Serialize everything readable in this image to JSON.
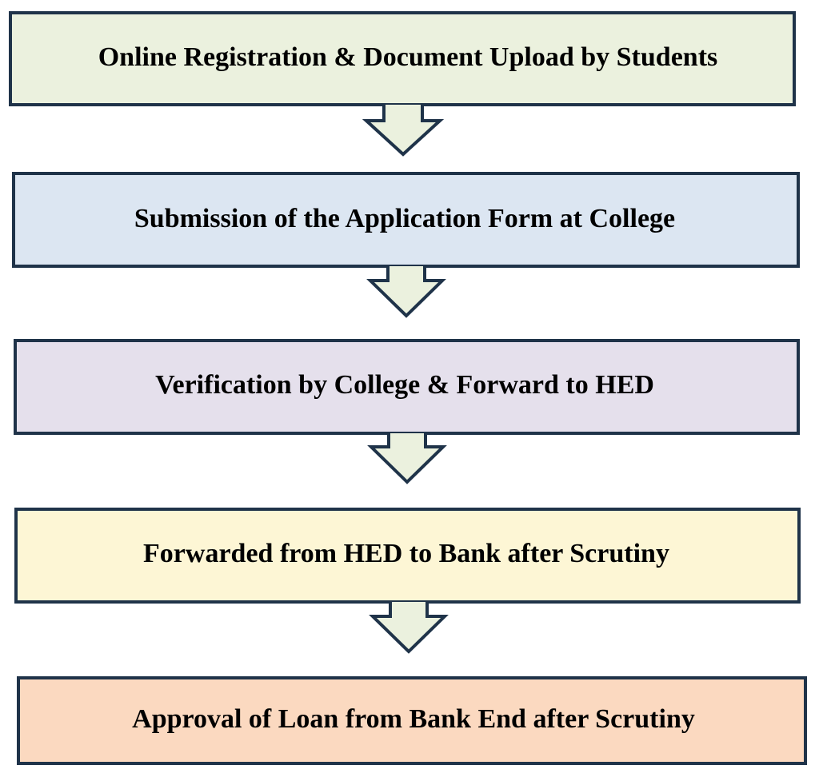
{
  "steps": [
    {
      "label": "Online Registration & Document Upload by Students",
      "fill": "#ebf1de"
    },
    {
      "label": "Submission of the Application Form at College",
      "fill": "#dce6f2"
    },
    {
      "label": "Verification by College & Forward to HED",
      "fill": "#e5e0ec"
    },
    {
      "label": "Forwarded from HED to Bank after Scrutiny",
      "fill": "#fdf6d5"
    },
    {
      "label": "Approval of Loan from Bank End after Scrutiny",
      "fill": "#fbd9c0"
    }
  ],
  "colors": {
    "border": "#1f3349",
    "arrow_fill": "#ebf1de"
  }
}
